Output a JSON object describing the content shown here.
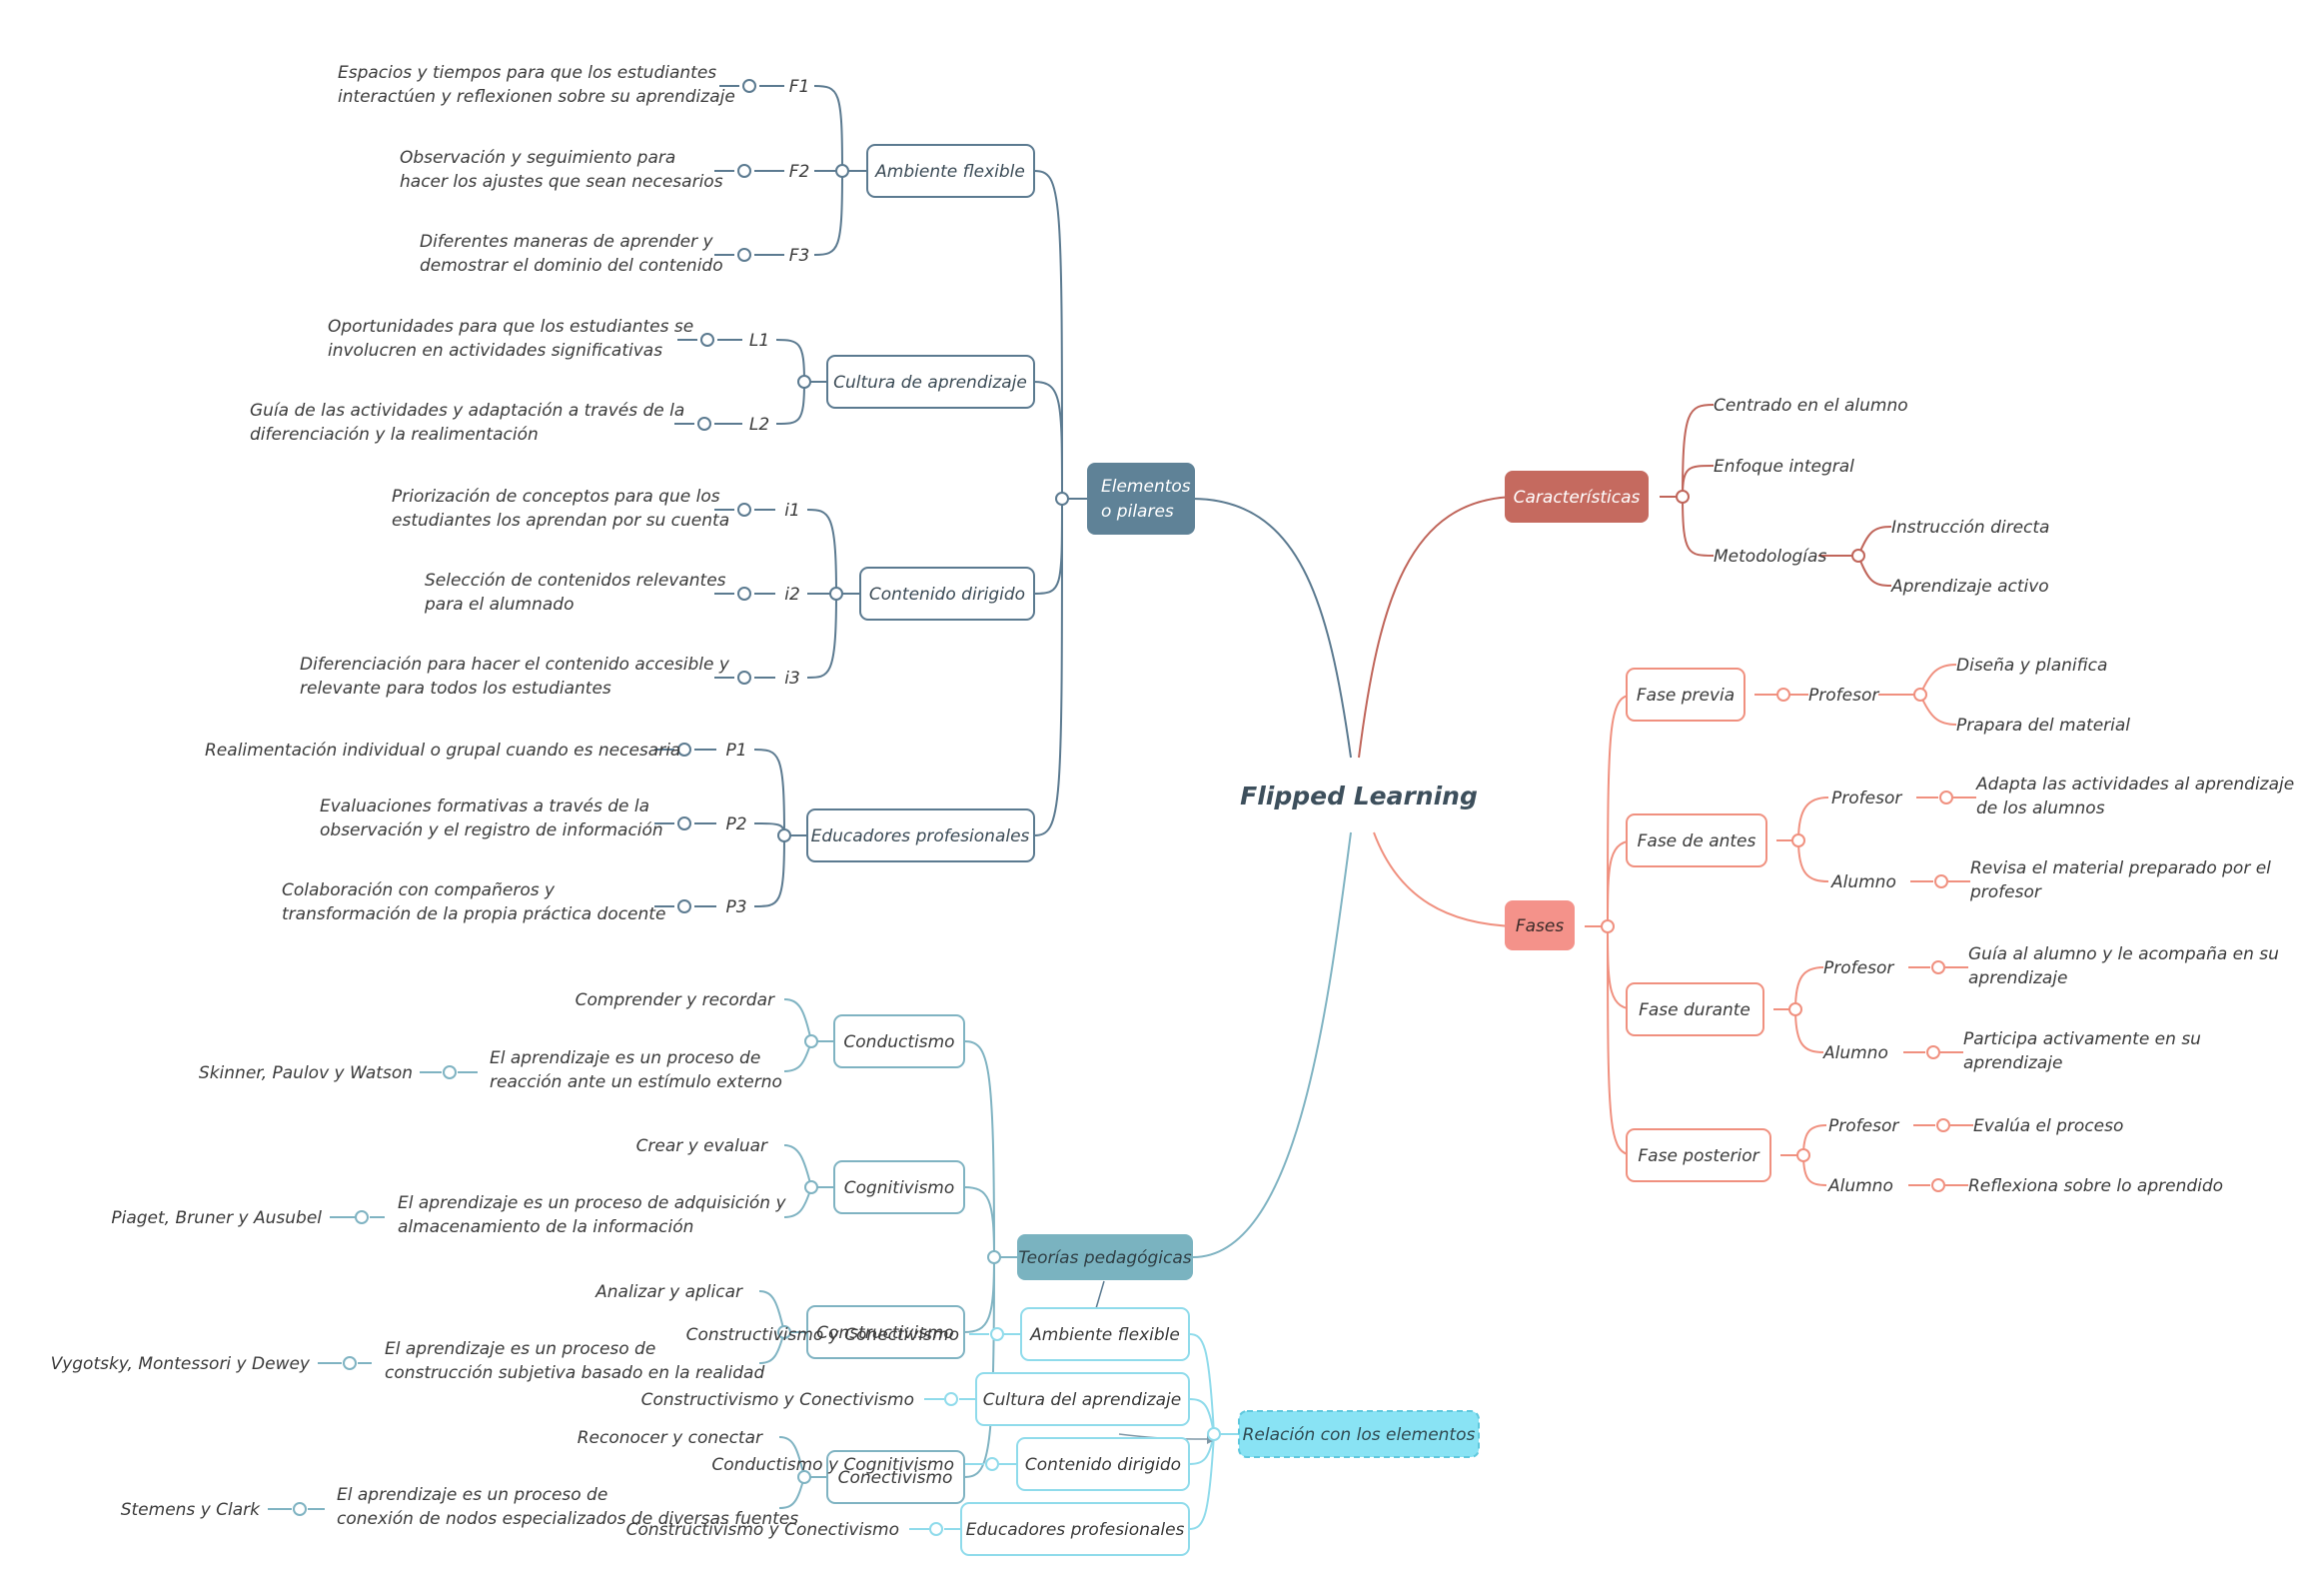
{
  "center": {
    "title": "Flipped Learning"
  },
  "colors": {
    "slate": "#5f8297",
    "red": "#c56a5f",
    "salmon": "#f4928a",
    "teal": "#7ab3c0",
    "cyan": "#89e3f4"
  },
  "pillars": {
    "label_line1": "Elementos",
    "label_line2": "o pilares",
    "groups": [
      {
        "name": "Ambiente flexible",
        "items": [
          {
            "code": "F1",
            "l1": "Espacios y tiempos para que los estudiantes",
            "l2": "interactúen y reflexionen sobre su aprendizaje"
          },
          {
            "code": "F2",
            "l1": "Observación y seguimiento para",
            "l2": "hacer los ajustes que sean necesarios"
          },
          {
            "code": "F3",
            "l1": "Diferentes maneras de aprender y",
            "l2": "demostrar el dominio del contenido"
          }
        ]
      },
      {
        "name": "Cultura de aprendizaje",
        "items": [
          {
            "code": "L1",
            "l1": "Oportunidades para que los estudiantes se",
            "l2": "involucren en actividades significativas"
          },
          {
            "code": "L2",
            "l1": "Guía de las actividades y adaptación a través de la",
            "l2": "diferenciación y la realimentación"
          }
        ]
      },
      {
        "name": "Contenido dirigido",
        "items": [
          {
            "code": "i1",
            "l1": "Priorización de conceptos para que los",
            "l2": "estudiantes los aprendan por su cuenta"
          },
          {
            "code": "i2",
            "l1": "Selección de contenidos relevantes",
            "l2": "para el alumnado"
          },
          {
            "code": "i3",
            "l1": "Diferenciación para hacer el contenido accesible y",
            "l2": "relevante para todos los estudiantes"
          }
        ]
      },
      {
        "name": "Educadores profesionales",
        "items": [
          {
            "code": "P1",
            "l1": "Realimentación individual o grupal cuando es necesaria",
            "l2": ""
          },
          {
            "code": "P2",
            "l1": "Evaluaciones formativas a través de la",
            "l2": "observación y el registro de información"
          },
          {
            "code": "P3",
            "l1": "Colaboración con compañeros y",
            "l2": "transformación de la propia práctica docente"
          }
        ]
      }
    ]
  },
  "characteristics": {
    "label": "Características",
    "items": [
      "Centrado en el alumno",
      "Enfoque integral",
      "Metodologías"
    ],
    "methodologies": [
      "Instrucción directa",
      "Aprendizaje activo"
    ]
  },
  "phases": {
    "label": "Fases",
    "previa": {
      "name": "Fase previa",
      "role": "Profesor",
      "tasks": [
        "Diseña y planifica",
        "Prapara del material"
      ]
    },
    "antes": {
      "name": "Fase de antes",
      "profesor": {
        "role": "Profesor",
        "l1": "Adapta las actividades al aprendizaje",
        "l2": "de los alumnos"
      },
      "alumno": {
        "role": "Alumno",
        "l1": "Revisa el material preparado por el",
        "l2": "profesor"
      }
    },
    "durante": {
      "name": "Fase durante",
      "profesor": {
        "role": "Profesor",
        "l1": "Guía al alumno y le acompaña en su",
        "l2": "aprendizaje"
      },
      "alumno": {
        "role": "Alumno",
        "l1": "Participa activamente en su",
        "l2": "aprendizaje"
      }
    },
    "posterior": {
      "name": "Fase posterior",
      "profesor": {
        "role": "Profesor",
        "l1": "Evalúa el proceso"
      },
      "alumno": {
        "role": "Alumno",
        "l1": "Reflexiona sobre lo aprendido"
      }
    }
  },
  "theories": {
    "label": "Teorías pedagógicas",
    "conductismo": {
      "name": "Conductismo",
      "top": "Comprender y recordar",
      "l1": "El aprendizaje es un proceso de",
      "l2": "reacción ante un estímulo externo",
      "authors": "Skinner, Paulov y Watson"
    },
    "cognitivismo": {
      "name": "Cognitivismo",
      "top": "Crear y evaluar",
      "l1": "El aprendizaje es un proceso de adquisición y",
      "l2": "almacenamiento de la información",
      "authors": "Piaget, Bruner y Ausubel"
    },
    "constructivismo": {
      "name": "Constructivismo",
      "top": "Analizar y aplicar",
      "l1": "El aprendizaje es un proceso de",
      "l2": "construcción subjetiva basado en la realidad",
      "authors": "Vygotsky, Montessori y Dewey"
    },
    "conectivismo": {
      "name": "Conectivismo",
      "top": "Reconocer y conectar",
      "l1": "El aprendizaje es un proceso de",
      "l2": "conexión de nodos especializados de diversas fuentes",
      "authors": "Stemens y Clark"
    }
  },
  "relation": {
    "label": "Relación con los elementos",
    "items": [
      {
        "name": "Ambiente flexible",
        "theory": "Constructivismo y Conectivismo"
      },
      {
        "name": "Cultura del aprendizaje",
        "theory": "Constructivismo y Conectivismo"
      },
      {
        "name": "Contenido dirigido",
        "theory": "Conductismo y Cognitivismo"
      },
      {
        "name": "Educadores profesionales",
        "theory": "Constructivismo y Conectivismo"
      }
    ]
  }
}
